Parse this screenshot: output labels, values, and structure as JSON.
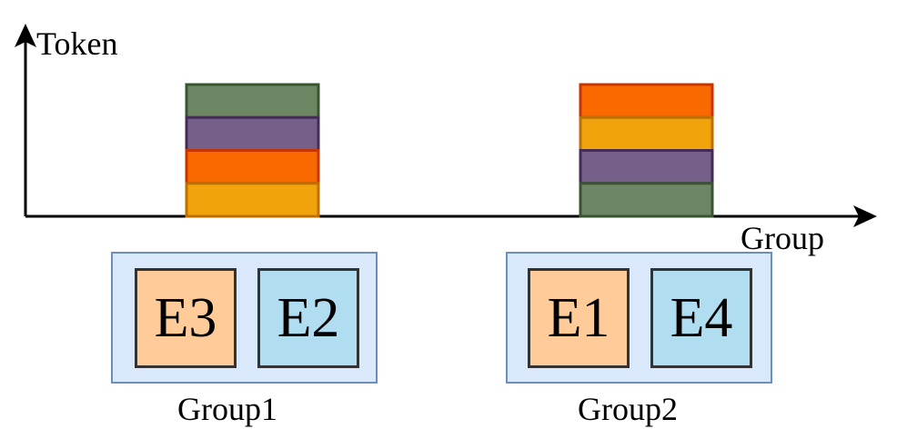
{
  "axes": {
    "y_label": "Token",
    "x_label": "Group"
  },
  "colors": {
    "green": "#6d8764",
    "purple": "#76608a",
    "orange": "#fa6800",
    "amber": "#f0a30a",
    "expert_orange": "#ffcc99",
    "expert_blue": "#b1ddf0",
    "group_fill": "#dae8fc",
    "group_border": "#6c8ebf"
  },
  "stacks": [
    {
      "name": "group1-stack",
      "segments_top_to_bottom": [
        "green",
        "purple",
        "orange",
        "amber"
      ]
    },
    {
      "name": "group2-stack",
      "segments_top_to_bottom": [
        "orange",
        "amber",
        "purple",
        "green"
      ]
    }
  ],
  "groups": [
    {
      "caption": "Group1",
      "experts": [
        {
          "label": "E3",
          "color": "expert_orange"
        },
        {
          "label": "E2",
          "color": "expert_blue"
        }
      ]
    },
    {
      "caption": "Group2",
      "experts": [
        {
          "label": "E1",
          "color": "expert_orange"
        },
        {
          "label": "E4",
          "color": "expert_blue"
        }
      ]
    }
  ]
}
